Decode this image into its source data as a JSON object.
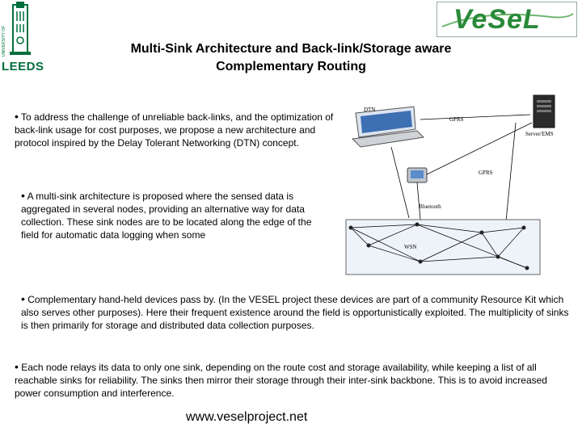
{
  "logos": {
    "left_text": "LEEDS",
    "left_subtext": "UNIVERSITY OF",
    "right_text": "VeSeL"
  },
  "title": {
    "line1": "Multi-Sink Architecture and Back-link/Storage aware",
    "line2": "Complementary Routing"
  },
  "paragraphs": [
    {
      "bullet": "•",
      "text": "To address the challenge of unreliable back-links, and the optimization of back-link usage for cost purposes, we propose a new architecture and protocol inspired by the Delay Tolerant Networking (DTN) concept."
    },
    {
      "bullet": "•",
      "text": "A multi-sink architecture is proposed where the sensed data is aggregated in several nodes, providing an alternative way for data collection. These sink nodes are to be located along the edge of the field for automatic data logging when some"
    },
    {
      "bullet": "•",
      "text": "Complementary hand-held devices pass by. (In the VESEL project these devices are part of a community Resource Kit which also serves other purposes). Here their frequent existence around the field is opportunistically exploited.  The multiplicity of sinks is then primarily for storage and distributed data collection purposes."
    },
    {
      "bullet": "•",
      "text": " Each node relays its data to only one sink, depending on the route cost and storage availability, while keeping a list of all reachable sinks for reliability. The sinks then mirror their storage through their inter-sink backbone. This is to avoid increased power consumption and interference."
    }
  ],
  "diagram": {
    "labels": {
      "dtn": "DTN",
      "gprs_top": "GPRS",
      "server": "Server/EMS",
      "gprs_mid": "GPRS",
      "bluetooth": "Bluetooth",
      "wsn": "WSN"
    }
  },
  "footer": {
    "website": "www.veselproject.net"
  }
}
